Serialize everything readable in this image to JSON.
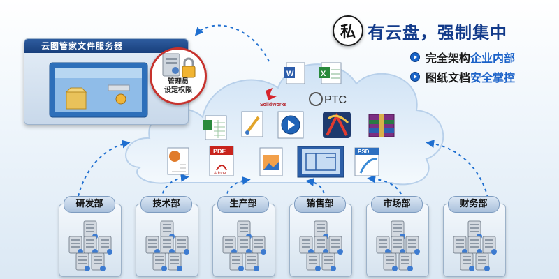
{
  "headline": {
    "badge": "私",
    "text": "有云盘，强制集中",
    "points": [
      "完全架构企业内部",
      "图纸文档安全掌控"
    ],
    "point_plain": [
      "完全架构",
      "图纸文档"
    ],
    "point_highlight": [
      "企业内部",
      "安全掌控"
    ]
  },
  "server": {
    "title": "云图管家文件服务器",
    "admin_label_line1": "管理员",
    "admin_label_line2": "设定权限"
  },
  "cloud": {
    "file_types": [
      "word-icon",
      "excel-icon",
      "solidworks-icon",
      "ptc-icon",
      "excel-chart-icon",
      "paint-icon",
      "media-player-icon",
      "autocad-icon",
      "winrar-icon",
      "powerpoint-icon",
      "pdf-icon",
      "image-icon",
      "dwg-blueprint-icon",
      "photoshop-icon"
    ],
    "solidworks_text": "SolidWorks",
    "ptc_text": "PTC",
    "pdf_text": "PDF",
    "adobe_text": "Adobe",
    "psd_text": "PSD"
  },
  "departments": [
    {
      "label": "研发部"
    },
    {
      "label": "技术部"
    },
    {
      "label": "生产部"
    },
    {
      "label": "销售部"
    },
    {
      "label": "市场部"
    },
    {
      "label": "财务部"
    }
  ],
  "colors": {
    "title_blue": "#123a8a",
    "accent_blue": "#1961c8",
    "arrow_blue": "#1f6fd0",
    "lock_red": "#c7322d"
  }
}
